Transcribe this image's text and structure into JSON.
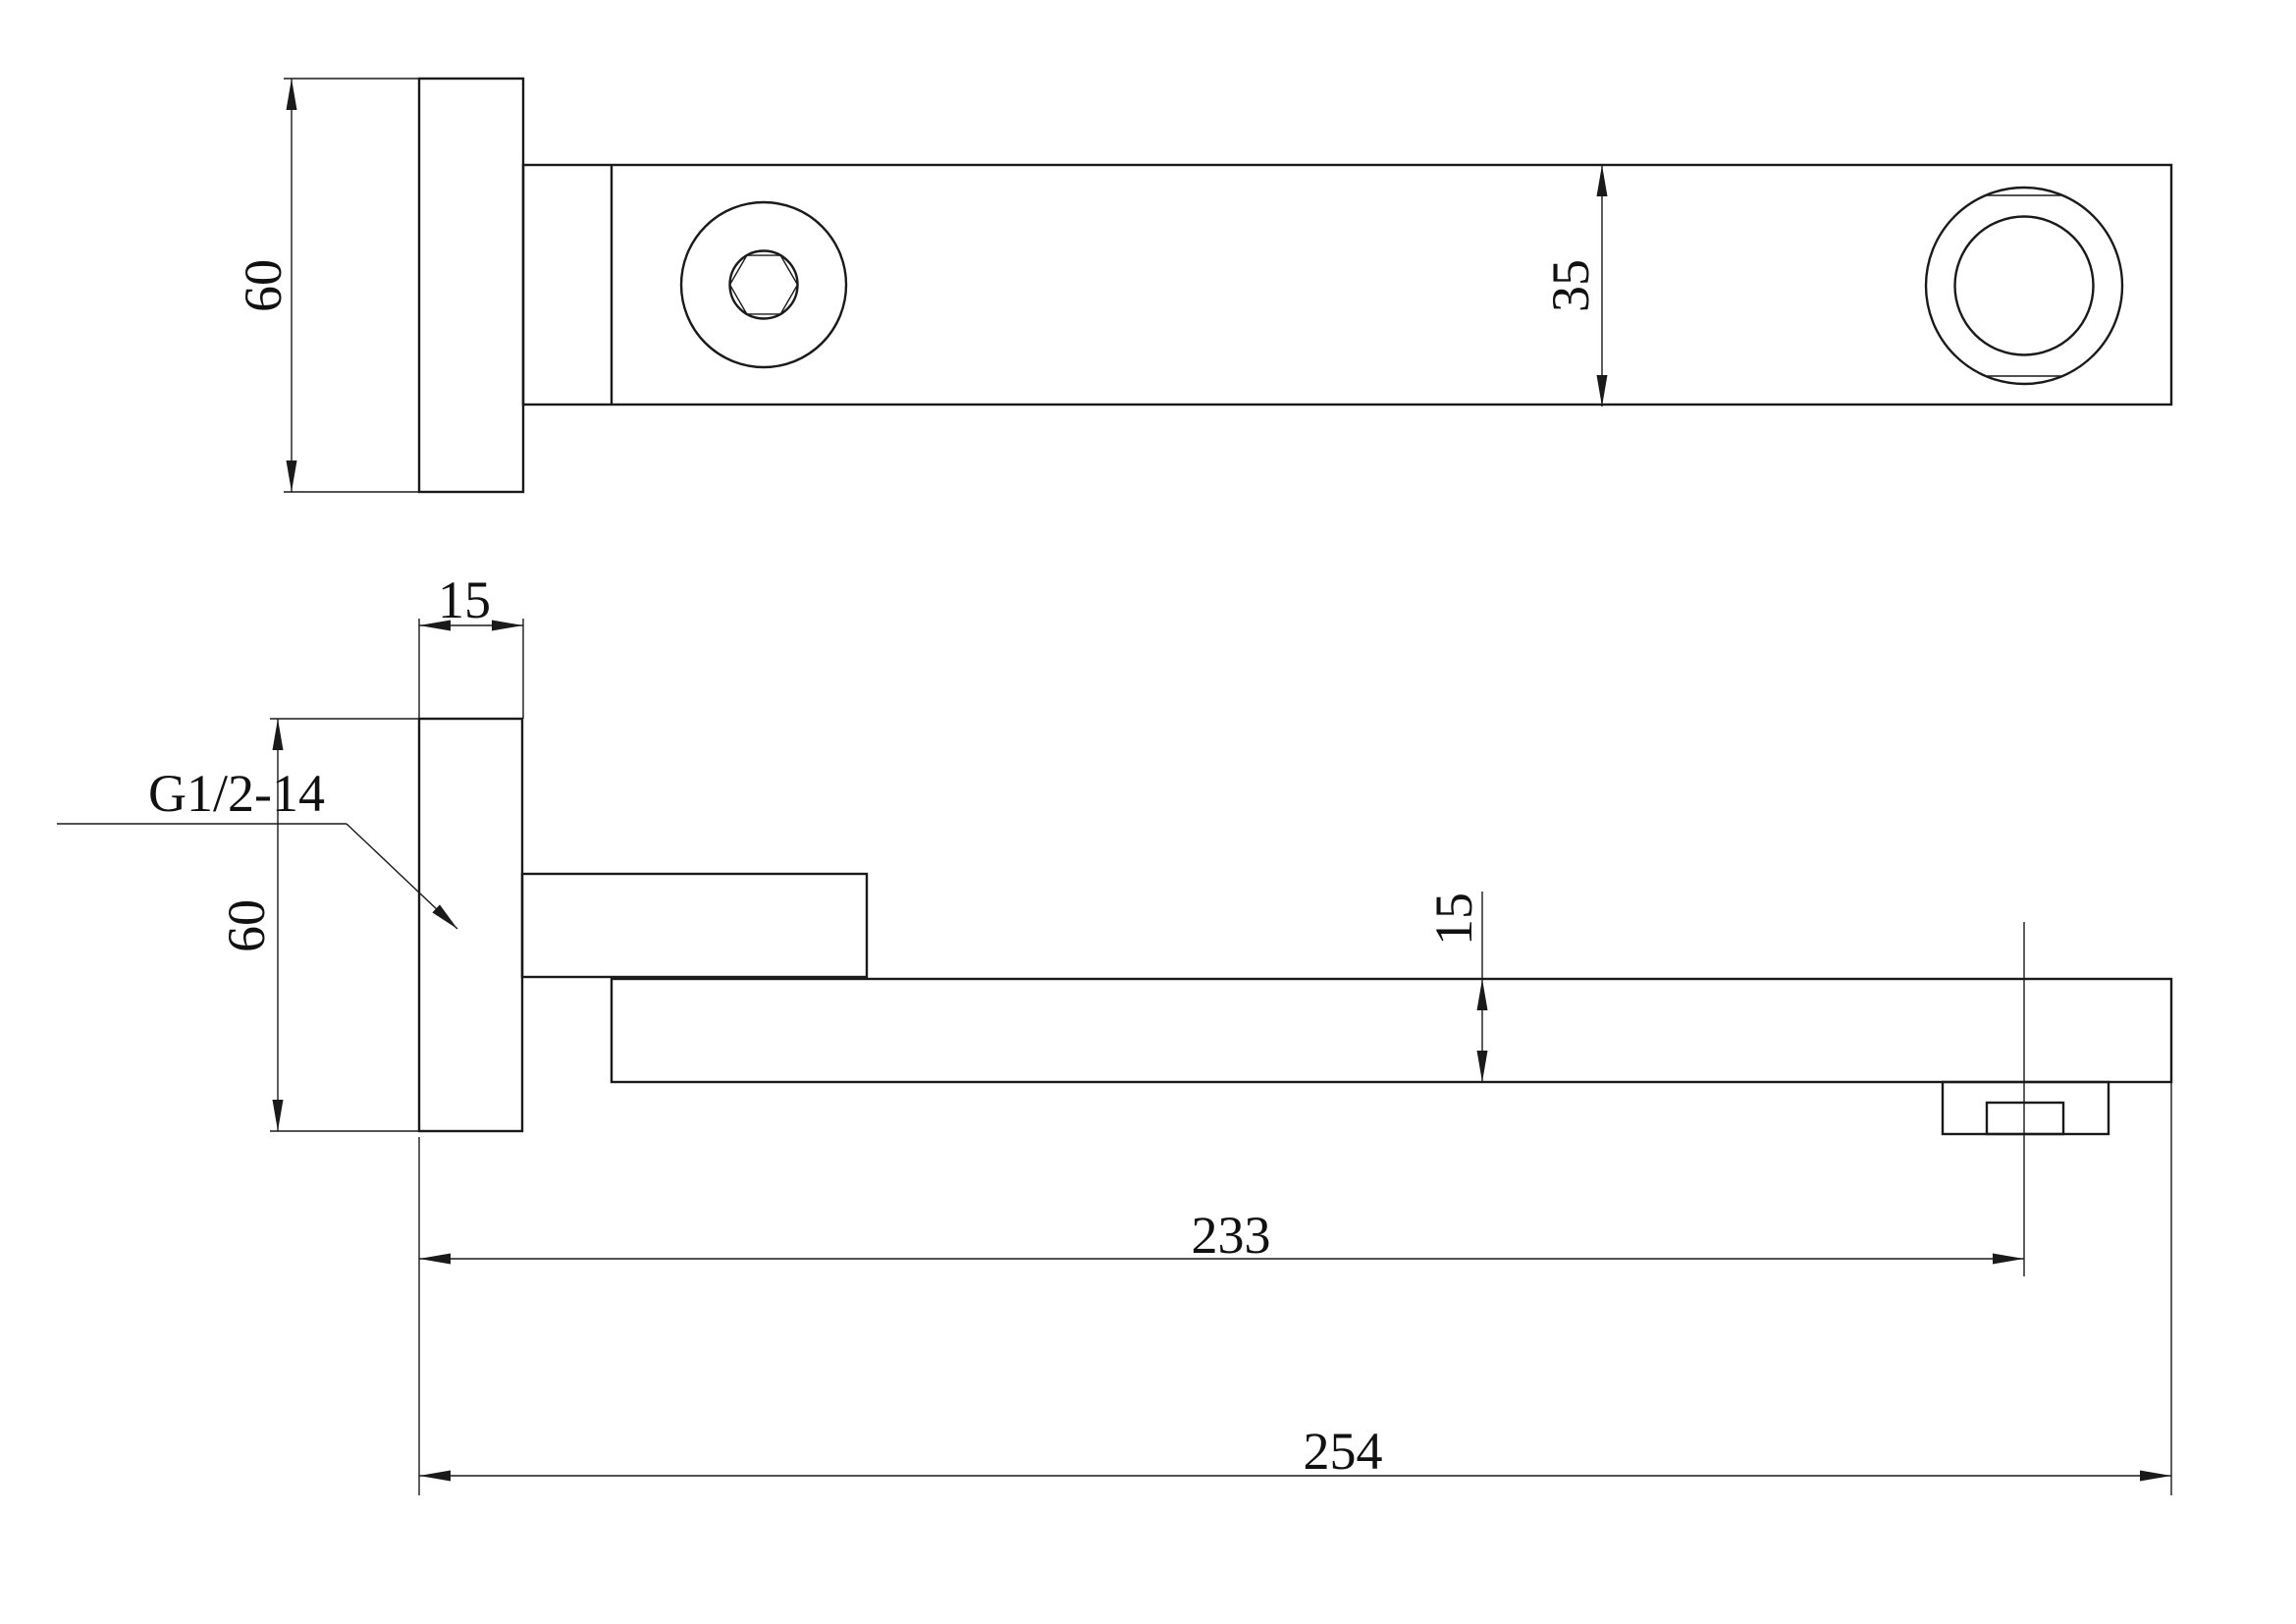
{
  "drawing": {
    "top_view": {
      "flange_height_dim": "60",
      "bar_width_dim": "35"
    },
    "side_view": {
      "plate_thickness_dim": "15",
      "plate_height_dim": "60",
      "thread_label": "G1/2-14",
      "arm_thickness_dim": "15",
      "wall_to_outlet_dim": "233",
      "overall_length_dim": "254"
    }
  },
  "colors": {
    "line": "#1a1a1a",
    "text": "#111111",
    "background": "#ffffff"
  }
}
